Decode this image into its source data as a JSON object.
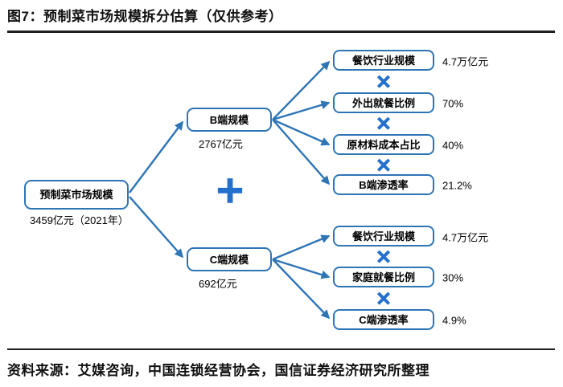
{
  "title": "图7：预制菜市场规模拆分估算（仅供参考）",
  "source": "资料来源：艾媒咨询，中国连锁经营协会，国信证券经济研究所整理",
  "colors": {
    "accent": "#2E75B6",
    "operator": "#2470CC",
    "rule": "#1f1f1f"
  },
  "operators": {
    "multiply": "×",
    "plus": "+"
  },
  "root": {
    "label": "预制菜市场规模",
    "value": "3459亿元（2021年）"
  },
  "branches": [
    {
      "label": "B端规模",
      "value": "2767亿元",
      "factors": [
        {
          "label": "餐饮行业规模",
          "value": "4.7万亿元"
        },
        {
          "label": "外出就餐比例",
          "value": "70%"
        },
        {
          "label": "原材料成本占比",
          "value": "40%"
        },
        {
          "label": "B端渗透率",
          "value": "21.2%"
        }
      ]
    },
    {
      "label": "C端规模",
      "value": "692亿元",
      "factors": [
        {
          "label": "餐饮行业规模",
          "value": "4.7万亿元"
        },
        {
          "label": "家庭就餐比例",
          "value": "30%"
        },
        {
          "label": "C端渗透率",
          "value": "4.9%"
        }
      ]
    }
  ]
}
